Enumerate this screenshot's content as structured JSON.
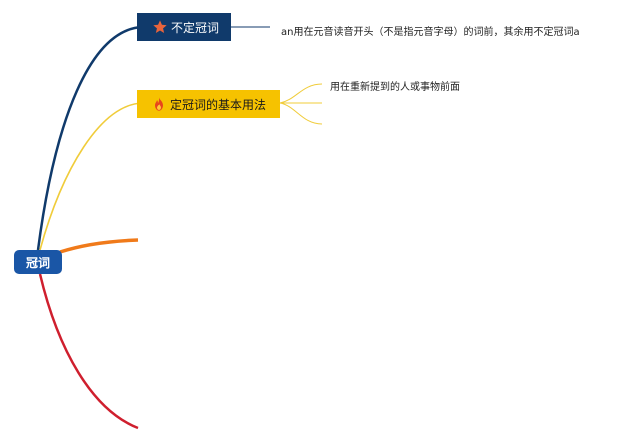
{
  "mindmap": {
    "root": {
      "label": "冠词"
    },
    "branches": [
      {
        "label": "不定冠词",
        "icon": "star-icon",
        "color": "#103a6b",
        "children": [
          "an用在元音读音开头（不是指元音字母）的词前，其余用不定冠词a"
        ]
      },
      {
        "label": "定冠词的基本用法",
        "icon": "fire-icon",
        "color": "#f6c200",
        "children": [
          "用在重新提到的人或事物前面"
        ]
      },
      {
        "label": "",
        "color": "#f07a1a",
        "children": []
      },
      {
        "label": "",
        "color": "#cf1f2e",
        "children": []
      }
    ]
  }
}
